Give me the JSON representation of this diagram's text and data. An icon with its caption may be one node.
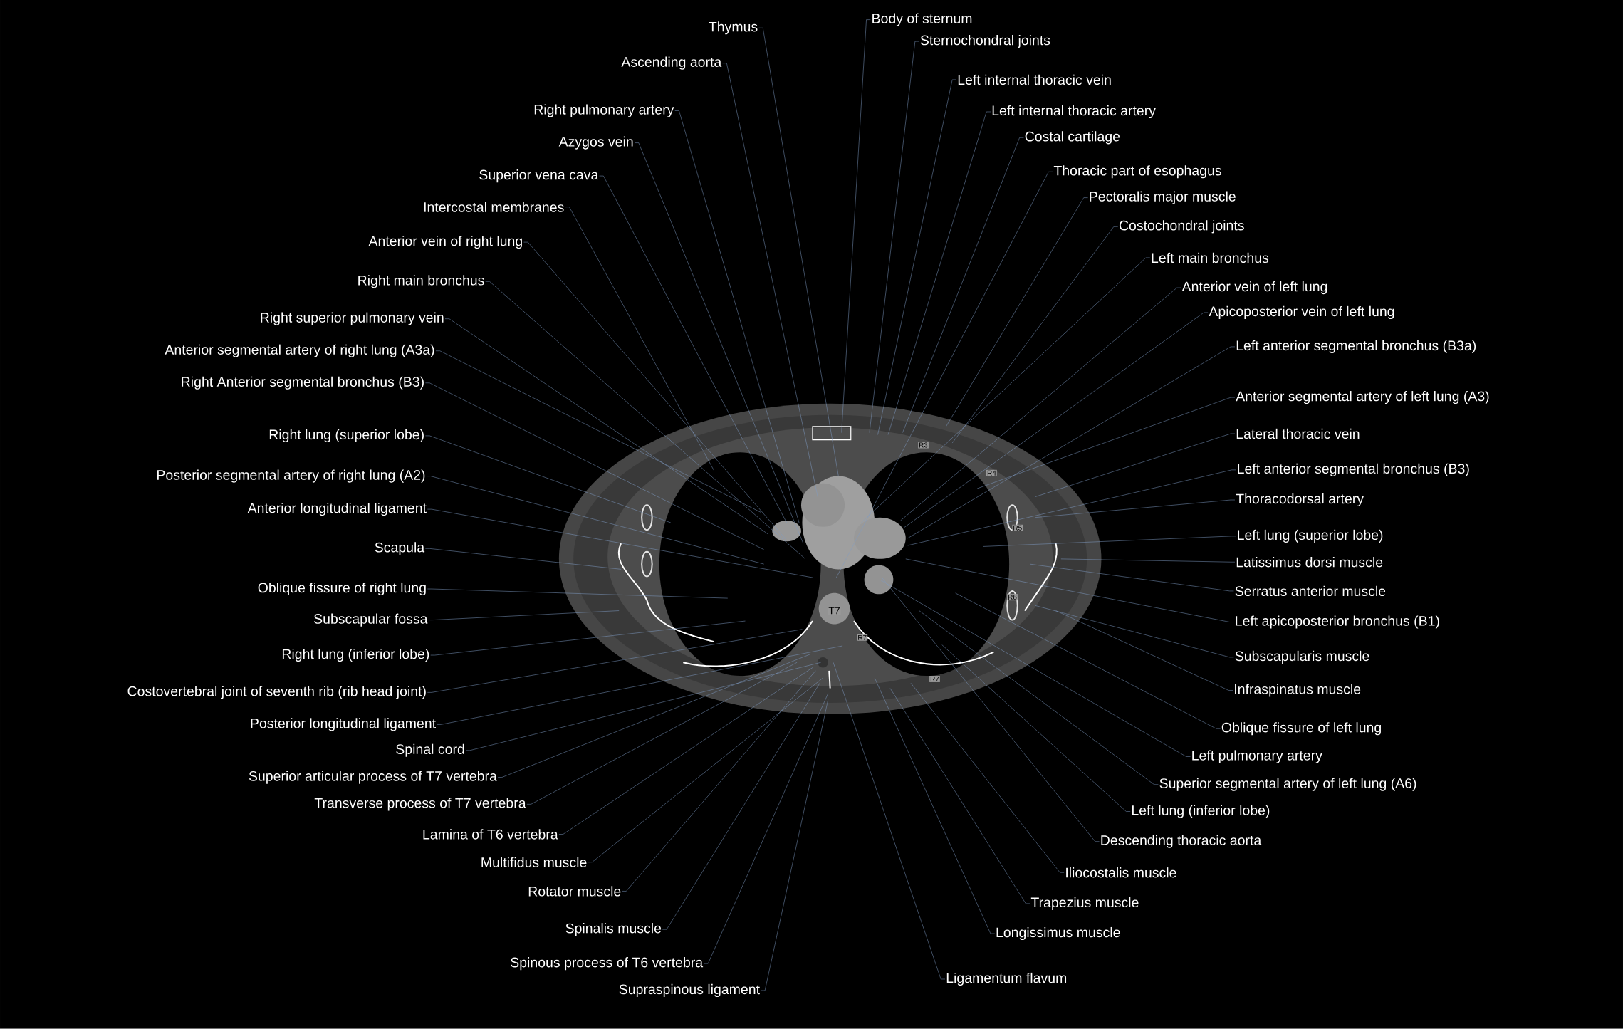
{
  "diagram": {
    "nodes": [
      {
        "text": [
          "Thymus"
        ]
      },
      {
        "text": [
          "Ascending aorta"
        ]
      },
      {
        "text": [
          "Right pulmonary artery"
        ]
      },
      {
        "text": [
          "Azygos vein"
        ]
      },
      {
        "text": [
          "Superior vena cava"
        ]
      },
      {
        "text": [
          "Intercostal membranes"
        ]
      },
      {
        "text": [
          "Anterior vein of right lung"
        ]
      },
      {
        "text": [
          "Right main bronchus"
        ]
      },
      {
        "text": [
          "Right superior pulmonary vein"
        ]
      },
      {
        "text": [
          "Anterior segmental artery of right lung (A3a)"
        ]
      },
      {
        "text": [
          "Right Anterior segmental bronchus (B3)"
        ]
      },
      {
        "text": [
          "Right lung (superior lobe)"
        ]
      },
      {
        "text": [
          "Posterior segmental artery of right lung (A2)"
        ]
      },
      {
        "text": [
          "Anterior longitudinal ligament"
        ]
      },
      {
        "text": [
          "Scapula"
        ]
      },
      {
        "text": [
          "Oblique fissure of right lung"
        ]
      },
      {
        "text": [
          "Subscapular fossa"
        ]
      },
      {
        "text": [
          "Right lung (inferior lobe)"
        ]
      },
      {
        "text": [
          "Costovertebral joint of seventh rib (rib head joint)"
        ]
      },
      {
        "text": [
          "Posterior longitudinal ligament"
        ]
      },
      {
        "text": [
          "Spinal cord"
        ]
      },
      {
        "text": [
          "Superior articular process of T7 vertebra"
        ]
      },
      {
        "text": [
          "Transverse process of T7 vertebra"
        ]
      },
      {
        "text": [
          "Lamina of T6 vertebra"
        ]
      },
      {
        "text": [
          "Multifidus muscle"
        ]
      },
      {
        "text": [
          "Rotator muscle"
        ]
      },
      {
        "text": [
          "Spinalis muscle"
        ]
      },
      {
        "text": [
          "Spinous process of T6 vertebra"
        ]
      },
      {
        "text": [
          "Supraspinous ligament"
        ]
      },
      {
        "text": [
          "Body of sternum"
        ]
      },
      {
        "text": [
          "Sternochondral joints"
        ]
      },
      {
        "text": [
          "Left internal thoracic vein"
        ]
      },
      {
        "text": [
          "Left internal thoracic artery"
        ]
      },
      {
        "text": [
          "Costal cartilage"
        ]
      },
      {
        "text": [
          "Thoracic part of esophagus"
        ]
      },
      {
        "text": [
          "Pectoralis major muscle"
        ]
      },
      {
        "text": [
          "Costochondral joints"
        ]
      },
      {
        "text": [
          "Left main bronchus"
        ]
      },
      {
        "text": [
          "Anterior vein of left lung"
        ]
      },
      {
        "text": [
          "Apicoposterior vein of left lung"
        ]
      },
      {
        "text": [
          "Left anterior segmental bronchus (B3a)"
        ]
      },
      {
        "text": [
          "Anterior segmental artery of left lung (A3)"
        ]
      },
      {
        "text": [
          "Lateral thoracic vein"
        ]
      },
      {
        "text": [
          "Left anterior segmental bronchus (B3)"
        ]
      },
      {
        "text": [
          "Thoracodorsal artery"
        ]
      },
      {
        "text": [
          "Left lung (superior lobe)"
        ]
      },
      {
        "text": [
          "Latissimus dorsi muscle"
        ]
      },
      {
        "text": [
          "Serratus anterior muscle"
        ]
      },
      {
        "text": [
          "Left apicoposterior bronchus (B1)"
        ]
      },
      {
        "text": [
          "Subscapularis muscle"
        ]
      },
      {
        "text": [
          "Infraspinatus muscle"
        ]
      },
      {
        "text": [
          "Oblique fissure of left lung"
        ]
      },
      {
        "text": [
          "Left pulmonary artery"
        ]
      },
      {
        "text": [
          "Superior segmental artery of left lung (A6)"
        ]
      },
      {
        "text": [
          "Left lung (inferior lobe)"
        ]
      },
      {
        "text": [
          "Descending thoracic aorta"
        ]
      },
      {
        "text": [
          "Iliocostalis muscle"
        ]
      },
      {
        "text": [
          "Trapezius muscle"
        ]
      },
      {
        "text": [
          "Longissimus muscle"
        ]
      },
      {
        "text": [
          "Ligamentum flavum"
        ]
      }
    ],
    "edges": [
      {
        "from": 0,
        "to": null,
        "arrow": "none"
      },
      {
        "from": 1,
        "to": null,
        "arrow": "none"
      },
      {
        "from": 2,
        "to": null,
        "arrow": "none"
      },
      {
        "from": 3,
        "to": null,
        "arrow": "none"
      },
      {
        "from": 4,
        "to": null,
        "arrow": "none"
      },
      {
        "from": 5,
        "to": null,
        "arrow": "none"
      },
      {
        "from": 6,
        "to": null,
        "arrow": "none"
      },
      {
        "from": 7,
        "to": null,
        "arrow": "none"
      },
      {
        "from": 8,
        "to": null,
        "arrow": "none"
      },
      {
        "from": 9,
        "to": null,
        "arrow": "none"
      },
      {
        "from": 10,
        "to": null,
        "arrow": "none"
      },
      {
        "from": 11,
        "to": null,
        "arrow": "none"
      },
      {
        "from": 12,
        "to": null,
        "arrow": "none"
      },
      {
        "from": 13,
        "to": null,
        "arrow": "none"
      },
      {
        "from": 14,
        "to": null,
        "arrow": "none"
      },
      {
        "from": 15,
        "to": null,
        "arrow": "none"
      },
      {
        "from": 16,
        "to": null,
        "arrow": "none"
      },
      {
        "from": 17,
        "to": null,
        "arrow": "none"
      },
      {
        "from": 18,
        "to": null,
        "arrow": "none"
      },
      {
        "from": 19,
        "to": null,
        "arrow": "none"
      },
      {
        "from": 20,
        "to": null,
        "arrow": "none"
      },
      {
        "from": 21,
        "to": null,
        "arrow": "none"
      },
      {
        "from": 22,
        "to": null,
        "arrow": "none"
      },
      {
        "from": 23,
        "to": null,
        "arrow": "none"
      },
      {
        "from": 24,
        "to": null,
        "arrow": "none"
      },
      {
        "from": 25,
        "to": null,
        "arrow": "none"
      },
      {
        "from": 26,
        "to": null,
        "arrow": "none"
      },
      {
        "from": 27,
        "to": null,
        "arrow": "none"
      },
      {
        "from": 28,
        "to": null,
        "arrow": "none"
      },
      {
        "from": 29,
        "to": null,
        "arrow": "none"
      },
      {
        "from": 30,
        "to": null,
        "arrow": "none"
      },
      {
        "from": 31,
        "to": null,
        "arrow": "none"
      },
      {
        "from": 32,
        "to": null,
        "arrow": "none"
      },
      {
        "from": 33,
        "to": null,
        "arrow": "none"
      },
      {
        "from": 34,
        "to": null,
        "arrow": "none"
      },
      {
        "from": 35,
        "to": null,
        "arrow": "none"
      },
      {
        "from": 36,
        "to": null,
        "arrow": "none"
      },
      {
        "from": 37,
        "to": null,
        "arrow": "none"
      },
      {
        "from": 38,
        "to": null,
        "arrow": "none"
      },
      {
        "from": 39,
        "to": null,
        "arrow": "none"
      },
      {
        "from": 40,
        "to": null,
        "arrow": "none"
      },
      {
        "from": 41,
        "to": null,
        "arrow": "none"
      },
      {
        "from": 42,
        "to": null,
        "arrow": "none"
      },
      {
        "from": 43,
        "to": null,
        "arrow": "none"
      },
      {
        "from": 44,
        "to": null,
        "arrow": "none"
      },
      {
        "from": 45,
        "to": null,
        "arrow": "none"
      },
      {
        "from": 46,
        "to": null,
        "arrow": "none"
      },
      {
        "from": 47,
        "to": null,
        "arrow": "none"
      },
      {
        "from": 48,
        "to": null,
        "arrow": "none"
      },
      {
        "from": 49,
        "to": null,
        "arrow": "none"
      },
      {
        "from": 50,
        "to": null,
        "arrow": "none"
      },
      {
        "from": 51,
        "to": null,
        "arrow": "none"
      },
      {
        "from": 52,
        "to": null,
        "arrow": "none"
      },
      {
        "from": 53,
        "to": null,
        "arrow": "none"
      },
      {
        "from": 54,
        "to": null,
        "arrow": "none"
      },
      {
        "from": 55,
        "to": null,
        "arrow": "none"
      },
      {
        "from": 56,
        "to": null,
        "arrow": "none"
      },
      {
        "from": 57,
        "to": null,
        "arrow": "none"
      },
      {
        "from": 58,
        "to": null,
        "arrow": "none"
      },
      {
        "from": 59,
        "to": null,
        "arrow": "none"
      }
    ],
    "labels": [
      "R3",
      "R4",
      "R5",
      "R6",
      "T7",
      "R7",
      "R7"
    ]
  }
}
